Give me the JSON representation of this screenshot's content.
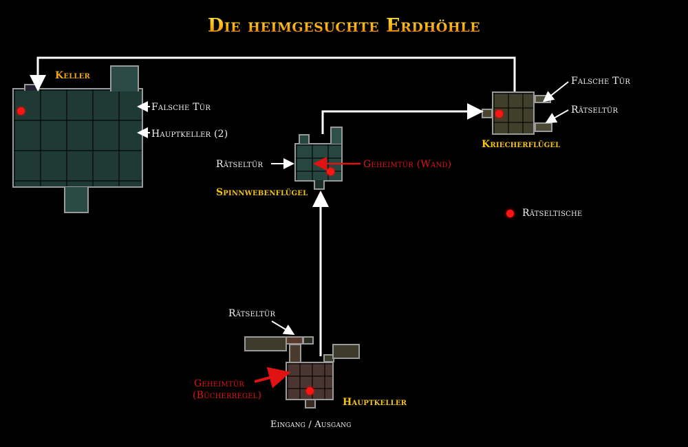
{
  "title": "Die heimgesuchte Erdhöhle",
  "colors": {
    "background": "#000000",
    "room_label": "#f5c21a",
    "secret_label": "#e01212",
    "connector": "#ffffff",
    "puzzle_table_dot": "#ff1414"
  },
  "rooms": {
    "keller": {
      "name": "Keller",
      "annotations": [
        "Falsche Tür",
        "Hauptkeller (2)"
      ]
    },
    "spinnwebenfluegel": {
      "name": "Spinnwebenflügel",
      "annotations": [
        "Rätseltür",
        "Geheimtür (Wand)"
      ]
    },
    "kriecherfluegel": {
      "name": "Kriecherflügel",
      "annotations": [
        "Falsche Tür",
        "Rätseltür"
      ]
    },
    "hauptkeller": {
      "name": "Hauptkeller",
      "annotations": [
        "Rätseltür",
        "Geheimtür",
        "(Bücherregel)"
      ],
      "entrance": "Eingang / Ausgang"
    }
  },
  "legend": {
    "puzzle_tables": "Rätseltische"
  }
}
